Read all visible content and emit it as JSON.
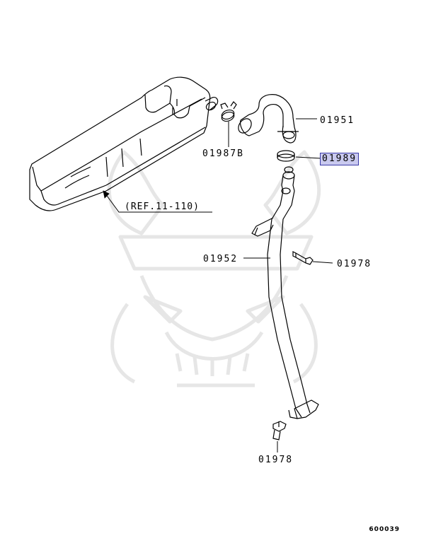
{
  "diagram": {
    "callouts": {
      "hose": "01951",
      "clip": "01987B",
      "clamp": "01989",
      "pipe": "01952",
      "bolt_upper": "01978",
      "bolt_lower": "01978",
      "reference": "(REF.11-110)"
    },
    "highlighted_part": "01989",
    "diagram_id": "600039",
    "colors": {
      "line": "#000000",
      "highlight_fill": "#c9c9ef",
      "highlight_border": "#3a3aa8",
      "watermark": "#e6e6e6"
    }
  }
}
